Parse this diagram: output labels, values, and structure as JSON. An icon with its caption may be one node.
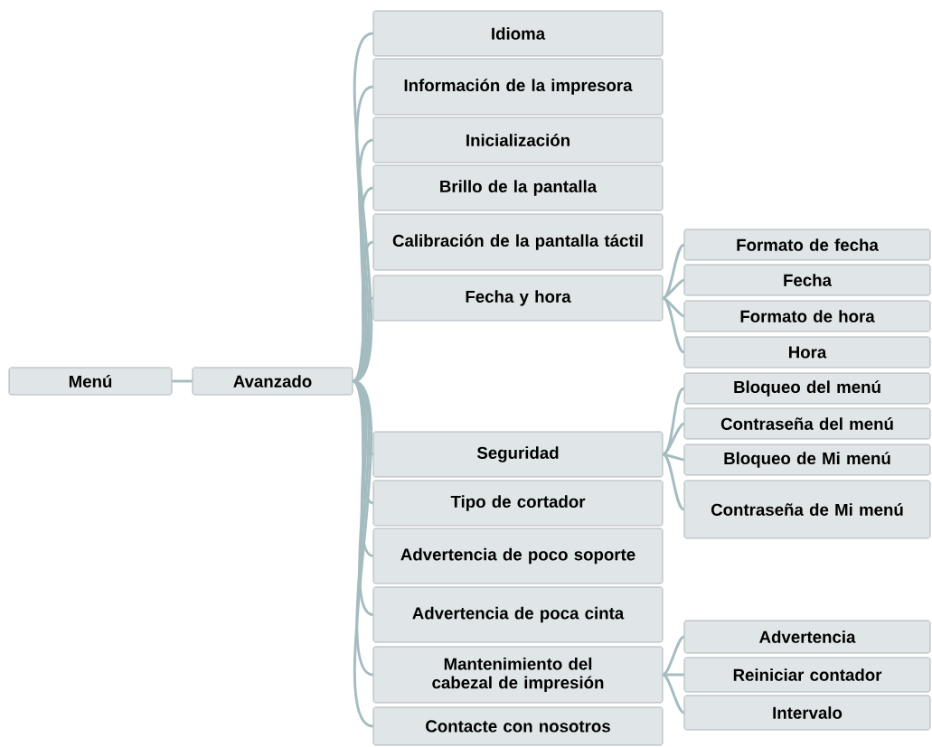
{
  "diagram": {
    "nodes": [
      {
        "text": [
          "Menú"
        ]
      },
      {
        "text": [
          "Avanzado"
        ]
      },
      {
        "text": [
          "Idioma"
        ]
      },
      {
        "text": [
          "Información de la impresora"
        ]
      },
      {
        "text": [
          "Inicialización"
        ]
      },
      {
        "text": [
          "Brillo de la pantalla"
        ]
      },
      {
        "text": [
          "Calibración de la pantalla táctil"
        ]
      },
      {
        "text": [
          "Fecha y hora"
        ]
      },
      {
        "text": [
          "Seguridad"
        ]
      },
      {
        "text": [
          "Tipo de cortador"
        ]
      },
      {
        "text": [
          "Advertencia de poco soporte"
        ]
      },
      {
        "text": [
          "Advertencia de poca cinta"
        ]
      },
      {
        "text": [
          "Mantenimiento del cabezal de impresión"
        ]
      },
      {
        "text": [
          "Contacte con nosotros"
        ]
      },
      {
        "text": [
          "Formato de fecha"
        ]
      },
      {
        "text": [
          "Fecha"
        ]
      },
      {
        "text": [
          "Formato de hora"
        ]
      },
      {
        "text": [
          "Hora"
        ]
      },
      {
        "text": [
          "Bloqueo del menú"
        ]
      },
      {
        "text": [
          "Contraseña del menú"
        ]
      },
      {
        "text": [
          "Bloqueo de Mi menú"
        ]
      },
      {
        "text": [
          "Contraseña de Mi menú"
        ]
      },
      {
        "text": [
          "Advertencia"
        ]
      },
      {
        "text": [
          "Reiniciar contador"
        ]
      },
      {
        "text": [
          "Intervalo"
        ]
      }
    ],
    "edges": [
      {
        "from": 0,
        "to": 1,
        "arrow": "none"
      },
      {
        "from": 1,
        "to": 2,
        "arrow": "none"
      },
      {
        "from": 1,
        "to": 3,
        "arrow": "none"
      },
      {
        "from": 1,
        "to": 4,
        "arrow": "none"
      },
      {
        "from": 1,
        "to": 5,
        "arrow": "none"
      },
      {
        "from": 1,
        "to": 6,
        "arrow": "none"
      },
      {
        "from": 1,
        "to": 7,
        "arrow": "none"
      },
      {
        "from": 1,
        "to": 8,
        "arrow": "none"
      },
      {
        "from": 1,
        "to": 9,
        "arrow": "none"
      },
      {
        "from": 1,
        "to": 10,
        "arrow": "none"
      },
      {
        "from": 1,
        "to": 11,
        "arrow": "none"
      },
      {
        "from": 1,
        "to": 12,
        "arrow": "none"
      },
      {
        "from": 1,
        "to": 13,
        "arrow": "none"
      },
      {
        "from": 7,
        "to": 14,
        "arrow": "none"
      },
      {
        "from": 7,
        "to": 15,
        "arrow": "none"
      },
      {
        "from": 7,
        "to": 16,
        "arrow": "none"
      },
      {
        "from": 7,
        "to": 17,
        "arrow": "none"
      },
      {
        "from": 8,
        "to": 18,
        "arrow": "none"
      },
      {
        "from": 8,
        "to": 19,
        "arrow": "none"
      },
      {
        "from": 8,
        "to": 20,
        "arrow": "none"
      },
      {
        "from": 8,
        "to": 21,
        "arrow": "none"
      },
      {
        "from": 12,
        "to": 22,
        "arrow": "none"
      },
      {
        "from": 12,
        "to": 23,
        "arrow": "none"
      },
      {
        "from": 12,
        "to": 24,
        "arrow": "none"
      }
    ]
  }
}
